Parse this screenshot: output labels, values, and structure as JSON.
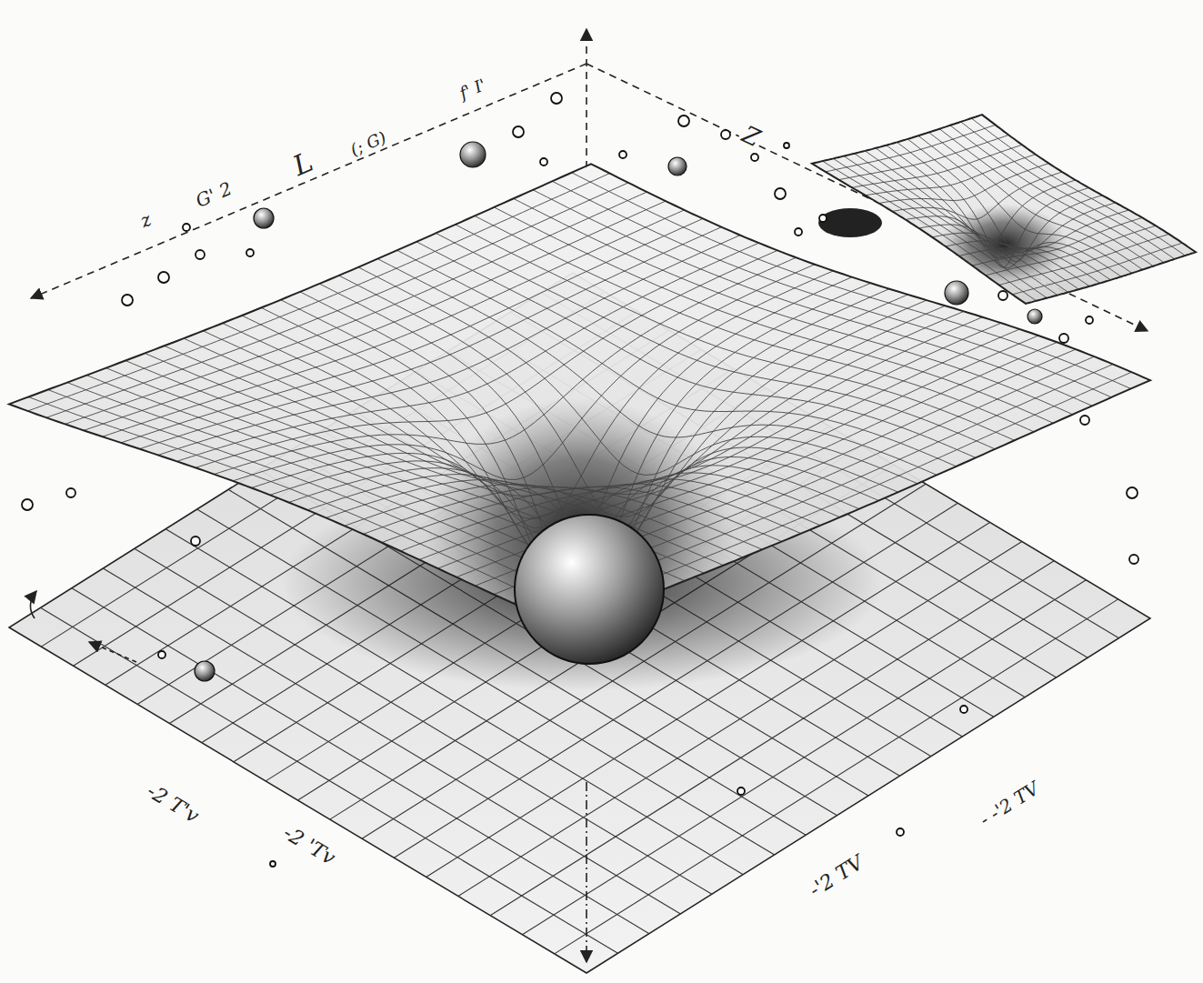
{
  "diagram": {
    "labels": [
      "z",
      "G' 2",
      "L",
      "(; G)",
      "f' I'",
      "Z",
      "-2 T'v",
      "-2 'Tv",
      "-'2 TV",
      "- -'2 TV"
    ]
  }
}
